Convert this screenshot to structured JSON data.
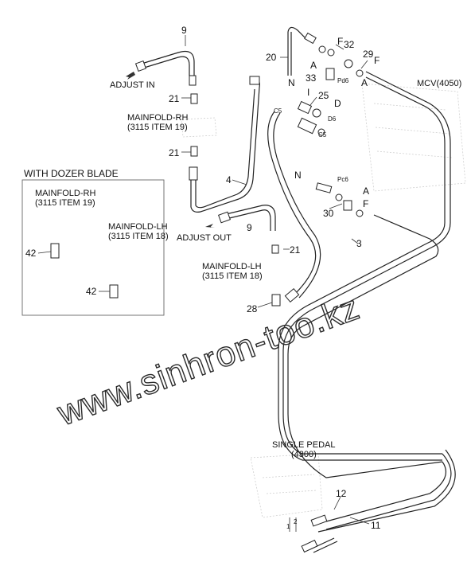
{
  "diagram": {
    "section_title": "WITH DOZER BLADE",
    "watermark": "www.sinhron-too.kz",
    "labels": {
      "adjust_in": "ADJUST IN",
      "adjust_out": "ADJUST OUT",
      "mainfold_rh_top": "MAINFOLD-RH",
      "mainfold_rh_top_ref": "(3115 ITEM 19)",
      "mainfold_rh_box": "MAINFOLD-RH",
      "mainfold_rh_box_ref": "(3115 ITEM 19)",
      "mainfold_lh_box": "MAINFOLD-LH",
      "mainfold_lh_box_ref": "(3115 ITEM 18)",
      "mainfold_lh_mid": "MAINFOLD-LH",
      "mainfold_lh_mid_ref": "(3115 ITEM 18)",
      "mcv": "MCV(4050)",
      "single_pedal": "SINGLE PEDAL",
      "single_pedal_ref": "(4300)"
    },
    "letters": {
      "f1": "F",
      "a1": "A",
      "n1": "N",
      "a2": "A",
      "f2": "F",
      "i1": "I",
      "d1": "D",
      "n2": "N",
      "a3": "A",
      "f3": "F"
    },
    "ports": {
      "pd6": "Pd6",
      "d6": "D6",
      "c5": "C5",
      "pc6": "Pc6",
      "c5b": "C5"
    },
    "part_numbers": {
      "p9_top": "9",
      "p20": "20",
      "p32": "32",
      "p29": "29",
      "p33": "33",
      "p21_a": "21",
      "p25": "25",
      "p21_b": "21",
      "p4": "4",
      "p30": "30",
      "p9_mid": "9",
      "p42_a": "42",
      "p42_b": "42",
      "p21_c": "21",
      "p3": "3",
      "p28": "28",
      "p12": "12",
      "p11": "11",
      "p1": "1",
      "p2": "2"
    },
    "colors": {
      "line": "#222222",
      "background": "#ffffff"
    }
  }
}
